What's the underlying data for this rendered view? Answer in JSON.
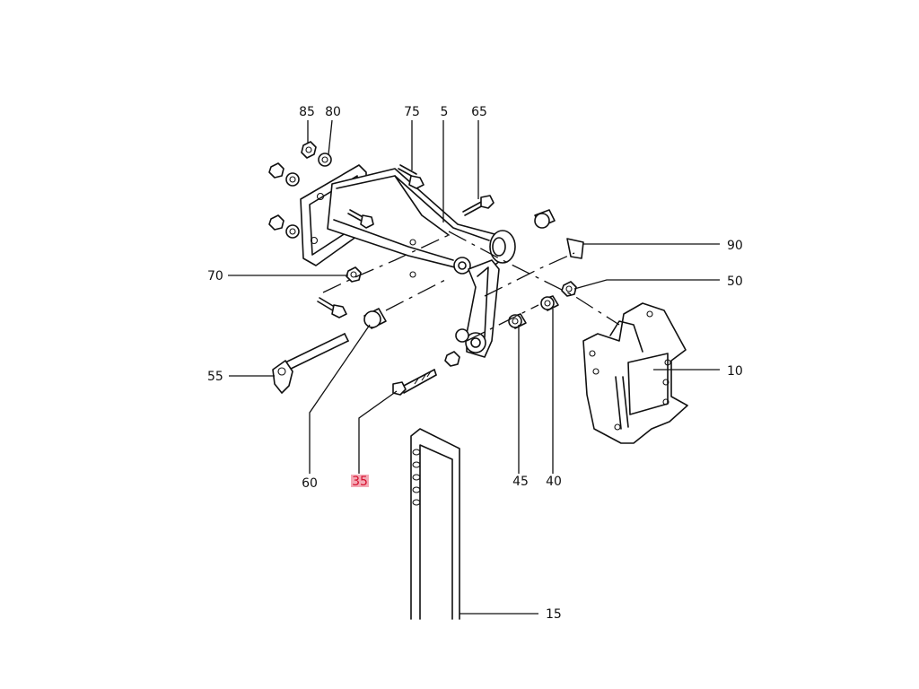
{
  "highlight_color": "#f4a9b5",
  "highlight_text_color": "#d4102e",
  "callouts": {
    "c85": "85",
    "c80": "80",
    "c75": "75",
    "c5": "5",
    "c65": "65",
    "c90": "90",
    "c70": "70",
    "c50": "50",
    "c10": "10",
    "c55": "55",
    "c60": "60",
    "c35": "35",
    "c45": "45",
    "c40": "40",
    "c15": "15"
  },
  "highlighted_part": "35"
}
